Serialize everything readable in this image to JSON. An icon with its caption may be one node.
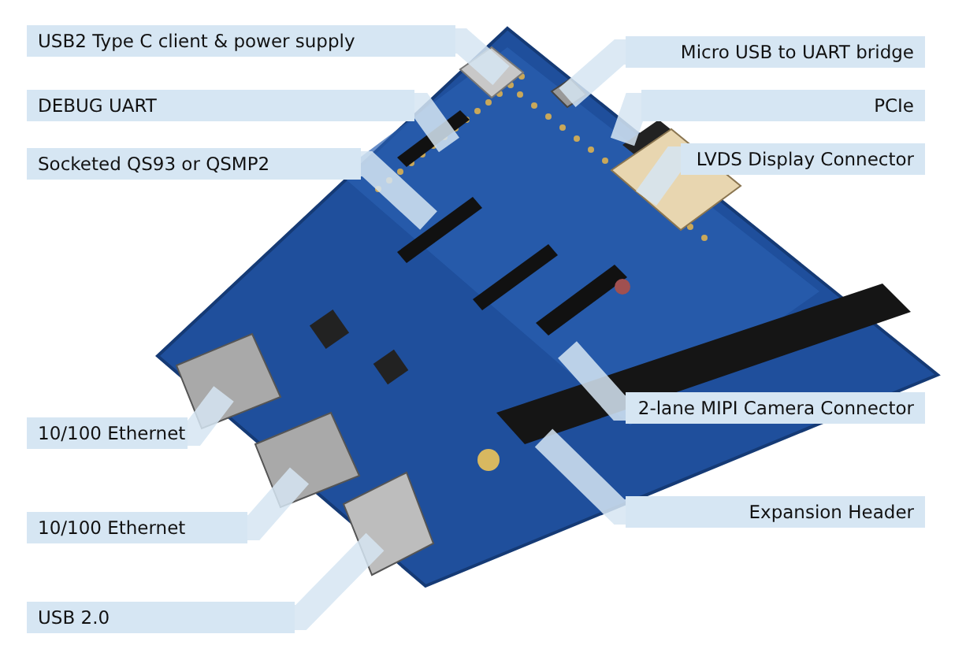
{
  "diagram": {
    "nodes": [
      {
        "text": [
          "USB2 Type C client & power supply"
        ]
      },
      {
        "text": [
          "DEBUG UART"
        ]
      },
      {
        "text": [
          "Socketed QS93 or QSMP2"
        ]
      },
      {
        "text": [
          "10/100 Ethernet"
        ]
      },
      {
        "text": [
          "10/100 Ethernet"
        ]
      },
      {
        "text": [
          "USB 2.0"
        ]
      },
      {
        "text": [
          "Micro USB to UART bridge"
        ]
      },
      {
        "text": [
          "PCIe"
        ]
      },
      {
        "text": [
          "LVDS Display Connector"
        ]
      },
      {
        "text": [
          "2-lane MIPI Camera Connector"
        ]
      },
      {
        "text": [
          "Expansion Header"
        ]
      }
    ],
    "edges": [
      {
        "from": 0,
        "to": null,
        "arrow": "none"
      },
      {
        "from": 1,
        "to": null,
        "arrow": "none"
      },
      {
        "from": 2,
        "to": null,
        "arrow": "none"
      },
      {
        "from": 3,
        "to": null,
        "arrow": "none"
      },
      {
        "from": 4,
        "to": null,
        "arrow": "none"
      },
      {
        "from": 5,
        "to": null,
        "arrow": "none"
      },
      {
        "from": 6,
        "to": null,
        "arrow": "none"
      },
      {
        "from": 7,
        "to": null,
        "arrow": "none"
      },
      {
        "from": 8,
        "to": null,
        "arrow": "none"
      },
      {
        "from": 9,
        "to": null,
        "arrow": "none"
      },
      {
        "from": 10,
        "to": null,
        "arrow": "none"
      }
    ]
  }
}
